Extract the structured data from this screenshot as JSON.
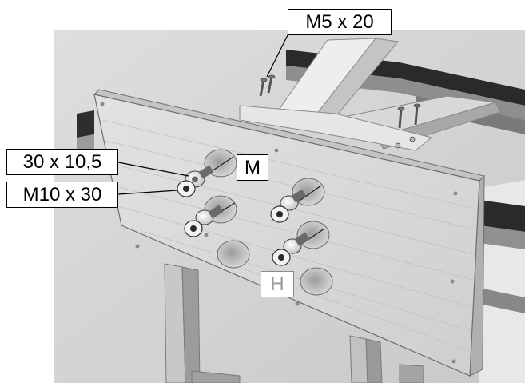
{
  "labels": {
    "screw_top": "M5 x 20",
    "washer": "30 x 10,5",
    "bolt": "M10 x 30",
    "part_m": "M",
    "part_h": "H"
  },
  "colors": {
    "wood_face": "#d6d6d6",
    "wood_edge": "#b4b4b4",
    "steel_dark": "#2e2e2e",
    "callout_border": "#000000",
    "muted_text": "#9a9a9a"
  }
}
